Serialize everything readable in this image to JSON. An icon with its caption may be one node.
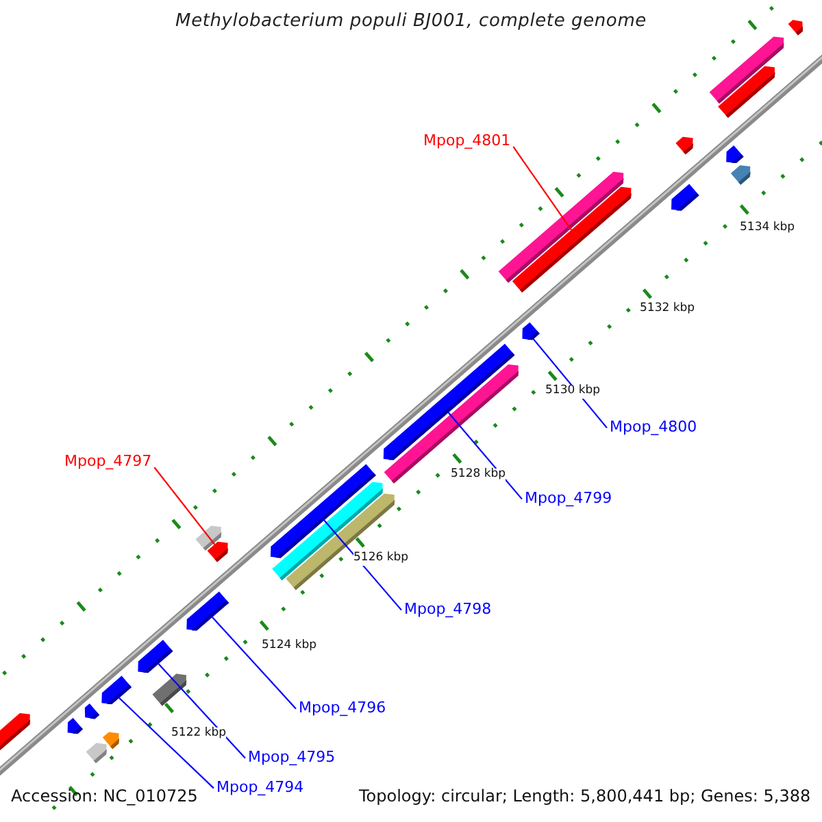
{
  "diagram": {
    "title": "Methylobacterium populi BJ001, complete genome",
    "nodes": [
      {
        "text": [
          "Mpop_4801"
        ]
      },
      {
        "text": [
          "Mpop_4800"
        ]
      },
      {
        "text": [
          "Mpop_4799"
        ]
      },
      {
        "text": [
          "Mpop_4797"
        ]
      },
      {
        "text": [
          "Mpop_4798"
        ]
      },
      {
        "text": [
          "Mpop_4796"
        ]
      },
      {
        "text": [
          "Mpop_4795"
        ]
      },
      {
        "text": [
          "Mpop_4794"
        ]
      },
      {
        "text": [],
        "shape": "bar"
      },
      {
        "text": [],
        "shape": "bar"
      },
      {
        "text": [],
        "shape": "bar"
      },
      {
        "text": [],
        "shape": "bar"
      },
      {
        "text": [],
        "shape": "bar"
      },
      {
        "text": [],
        "shape": "bar"
      },
      {
        "text": [],
        "shape": "bar"
      },
      {
        "text": [],
        "shape": "bar"
      },
      {
        "text": [],
        "shape": "bar"
      },
      {
        "text": [],
        "shape": "bar"
      },
      {
        "text": [],
        "shape": "bar"
      },
      {
        "text": [],
        "shape": "bar"
      },
      {
        "text": [],
        "shape": "bar"
      },
      {
        "text": [],
        "shape": "bar"
      },
      {
        "text": [],
        "shape": "bar"
      },
      {
        "text": [],
        "shape": "bar"
      },
      {
        "text": [],
        "shape": "bar"
      },
      {
        "text": [],
        "shape": "bar"
      },
      {
        "text": [],
        "shape": "bar"
      },
      {
        "text": [],
        "shape": "bar"
      },
      {
        "text": [],
        "shape": "bar"
      },
      {
        "text": [],
        "shape": "bar"
      },
      {
        "text": [],
        "shape": "bar"
      },
      {
        "text": [],
        "shape": "bar"
      },
      {
        "text": [],
        "shape": "bar"
      },
      {
        "text": [],
        "shape": "bar"
      }
    ],
    "edges": [
      {
        "from": 0,
        "to": 16,
        "arrow": "none",
        "color": "#ff0000"
      },
      {
        "from": 1,
        "to": 17,
        "arrow": "none"
      },
      {
        "from": 2,
        "to": 18,
        "arrow": "none"
      },
      {
        "from": 3,
        "to": 24,
        "arrow": "none",
        "color": "#ff0000"
      },
      {
        "from": 4,
        "to": 20,
        "arrow": "none"
      },
      {
        "from": 5,
        "to": 25,
        "arrow": "none"
      },
      {
        "from": 6,
        "to": 26,
        "arrow": "none"
      },
      {
        "from": 7,
        "to": 28,
        "arrow": "none"
      }
    ],
    "labels": [
      "5134 kbp",
      "5132 kbp",
      "5130 kbp",
      "5128 kbp",
      "5126 kbp",
      "5124 kbp",
      "5122 kbp",
      "Accession: NC_010725",
      "Topology: circular; Length: 5,800,441 bp; Genes: 5,388"
    ]
  }
}
